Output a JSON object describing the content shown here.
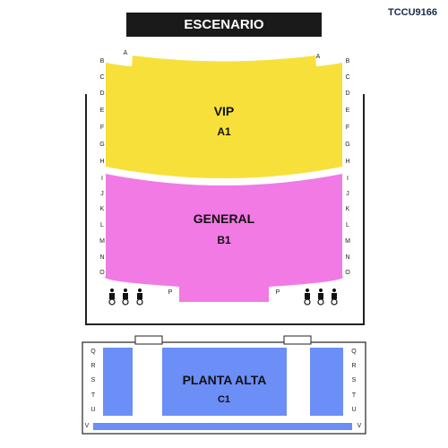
{
  "header": {
    "stage_label": "ESCENARIO",
    "venue_code": "TCCU9166"
  },
  "zones": {
    "vip": {
      "name": "VIP",
      "code": "A1",
      "color": "#f7e03a"
    },
    "general": {
      "name": "GENERAL",
      "code": "B1",
      "color": "#f17ae4"
    },
    "planta_alta": {
      "name": "PLANTA ALTA",
      "code": "C1",
      "color": "#6b8ef7"
    }
  },
  "rows": {
    "front_marker": "A",
    "vip": [
      "B",
      "C",
      "D",
      "E",
      "F",
      "G",
      "H"
    ],
    "general": [
      "I",
      "J",
      "K",
      "L",
      "M",
      "N",
      "O"
    ],
    "upper": [
      "Q",
      "R",
      "S",
      "T",
      "U"
    ],
    "upper_last": "V"
  },
  "markers": {
    "p_label": "P",
    "wheelchair_icon": "wheelchair-icon"
  }
}
